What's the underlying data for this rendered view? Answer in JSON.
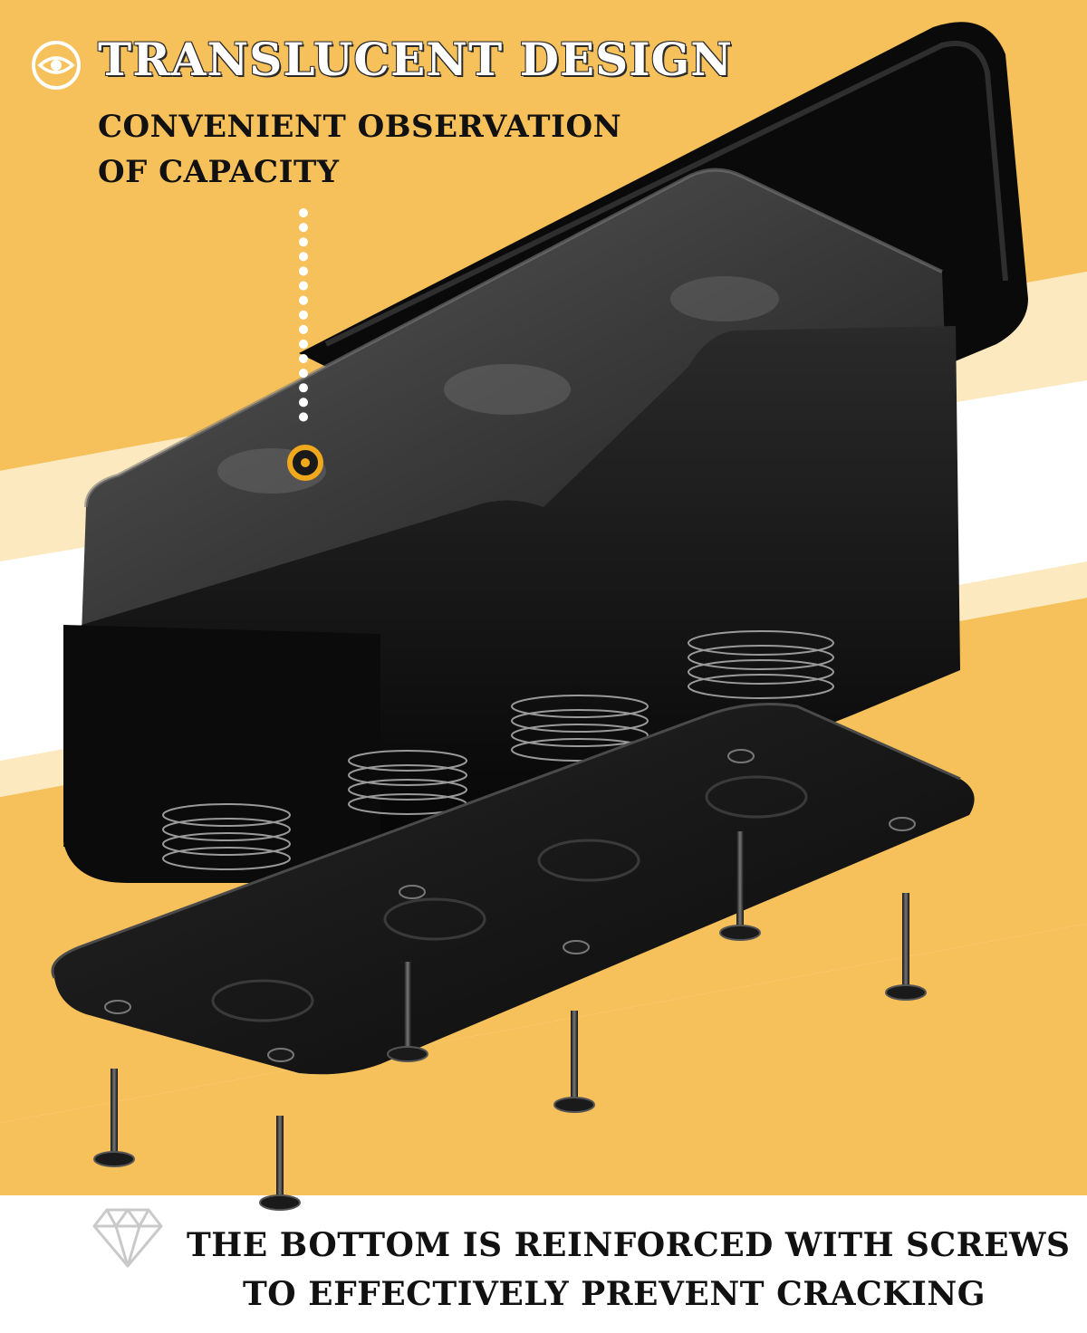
{
  "feature_top": {
    "title": "TRANSLUCENT DESIGN",
    "subtitle_line1": "CONVENIENT OBSERVATION",
    "subtitle_line2": "OF CAPACITY",
    "icon": "eye-icon"
  },
  "feature_bottom": {
    "line1": "THE BOTTOM IS REINFORCED WITH SCREWS",
    "line2": "TO EFFECTIVELY PREVENT CRACKING",
    "icon": "diamond-icon"
  },
  "colors": {
    "accent_yellow": "#f6c15a",
    "pale_yellow": "#fde9bf",
    "product_black": "#0d0d0d",
    "marker_orange": "#f0a81c"
  }
}
